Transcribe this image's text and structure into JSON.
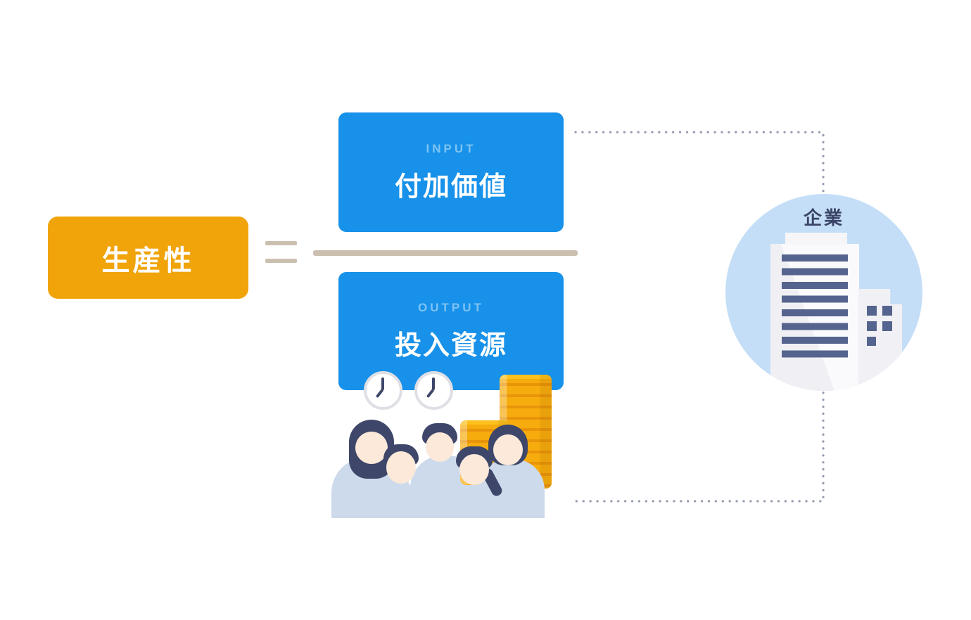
{
  "diagram": {
    "title": "生産性",
    "equals_sign": "=",
    "numerator": {
      "tag": "INPUT",
      "label": "付加価値"
    },
    "denominator": {
      "tag": "OUTPUT",
      "label": "投入資源"
    },
    "company_label": "企業"
  },
  "icons": {
    "clock": "clock-icon",
    "coins": "coin-stack-icon",
    "workers": "people-group-icon",
    "building": "office-building-icon",
    "connector": "dotted-connector-line",
    "equals": "equals-icon"
  },
  "colors": {
    "accent_orange": "#F0A40A",
    "box_blue": "#1791E9",
    "tag_text_blue": "#7FC3F3",
    "formula_beige": "#CBBFAF",
    "dotted_line_gray": "#949BAD",
    "circle_light_blue": "#C5DEF7",
    "text_navy": "#3A4467",
    "hair_navy": "#3E4769",
    "face_peach": "#FCE9DA",
    "shirt_blue_gray": "#CDDAEC",
    "coin_gold": "#F6AC0D",
    "coin_band": "#E8940A",
    "building_white": "#F5F5F8",
    "window_navy": "#55648E",
    "clock_ring": "#DFDFE5"
  }
}
